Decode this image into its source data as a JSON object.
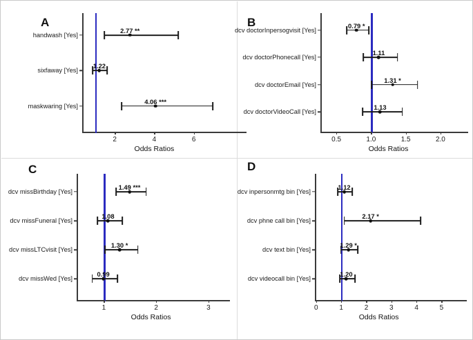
{
  "figure": {
    "background": "#ffffff",
    "border_color": "#c9c9c9",
    "reference_line_color": "#2b2bc0",
    "point_color": "#111111"
  },
  "chart_data": [
    {
      "type": "scatter",
      "panel": "A",
      "title": "A",
      "xlabel": "Odds Ratios",
      "ylabel": "",
      "xlim": [
        0.35,
        7.9
      ],
      "xticks": [
        2,
        4,
        6
      ],
      "xticklabels": [
        "2",
        "4",
        "6"
      ],
      "grid": false,
      "reference_line": 1,
      "orientation": "horizontal",
      "categories": [
        "handwash [Yes]",
        "sixfaway [Yes]",
        "maskwaring [Yes]"
      ],
      "values": [
        2.77,
        1.22,
        4.06
      ],
      "ci_low": [
        1.48,
        0.87,
        2.35
      ],
      "ci_high": [
        5.22,
        1.62,
        6.95
      ],
      "labels": [
        "2.77 **",
        "1.22",
        "4.06 ***"
      ],
      "significance": [
        "**",
        "",
        "***"
      ]
    },
    {
      "type": "scatter",
      "panel": "B",
      "title": "B",
      "xlabel": "Odds Ratios",
      "ylabel": "",
      "xlim": [
        0.27,
        2.18
      ],
      "xticks": [
        0.5,
        1.0,
        1.5,
        2.0
      ],
      "xticklabels": [
        "0.5",
        "1.0",
        "1.5",
        "2.0"
      ],
      "grid": false,
      "reference_line": 1,
      "orientation": "horizontal",
      "categories": [
        "dcv doctorInpersogvisit [Yes]",
        "dcv doctorPhonecall [Yes]",
        "dcv doctorEmail [Yes]",
        "dcv doctorVideoCall [Yes]"
      ],
      "values": [
        0.79,
        1.11,
        1.31,
        1.13
      ],
      "ci_low": [
        0.65,
        0.89,
        1.01,
        0.88
      ],
      "ci_high": [
        0.97,
        1.38,
        1.67,
        1.45
      ],
      "labels": [
        "0.79 *",
        "1.11",
        "1.31 *",
        "1.13"
      ],
      "significance": [
        "*",
        "",
        "*",
        ""
      ]
    },
    {
      "type": "scatter",
      "panel": "C",
      "title": "C",
      "xlabel": "Odds Ratios",
      "ylabel": "",
      "xlim": [
        0.48,
        3.12
      ],
      "xticks": [
        1,
        2,
        3
      ],
      "xticklabels": [
        "1",
        "2",
        "3"
      ],
      "grid": false,
      "reference_line": 1,
      "orientation": "horizontal",
      "categories": [
        "dcv missBirthday [Yes]",
        "dcv missFuneral [Yes]",
        "dcv missLTCvisit [Yes]",
        "dcv missWed [Yes]"
      ],
      "values": [
        1.49,
        1.08,
        1.3,
        0.99
      ],
      "ci_low": [
        1.23,
        0.88,
        1.02,
        0.78
      ],
      "ci_high": [
        1.81,
        1.35,
        1.65,
        1.26
      ],
      "labels": [
        "1.49 ***",
        "1.08",
        "1.30 *",
        "0.99"
      ],
      "significance": [
        "***",
        "",
        "*",
        ""
      ]
    },
    {
      "type": "scatter",
      "panel": "D",
      "title": "D",
      "xlabel": "Odds Ratios",
      "ylabel": "",
      "xlim": [
        -0.05,
        5.4
      ],
      "xticks": [
        0,
        1,
        2,
        3,
        4,
        5
      ],
      "xticklabels": [
        "0",
        "1",
        "2",
        "3",
        "4",
        "5"
      ],
      "grid": false,
      "reference_line": 1,
      "orientation": "horizontal",
      "categories": [
        "dcv inpersonmtg bin [Yes]",
        "dcv phne call bin [Yes]",
        "dcv text bin [Yes]",
        "dcv videocall bin [Yes]"
      ],
      "values": [
        1.12,
        2.17,
        1.29,
        1.2
      ],
      "ci_low": [
        0.86,
        1.12,
        0.99,
        0.94
      ],
      "ci_high": [
        1.45,
        4.16,
        1.66,
        1.55
      ],
      "labels": [
        "1.12",
        "2.17 *",
        "1.29 *",
        "1.20"
      ],
      "significance": [
        "",
        "*",
        "*",
        ""
      ]
    }
  ]
}
